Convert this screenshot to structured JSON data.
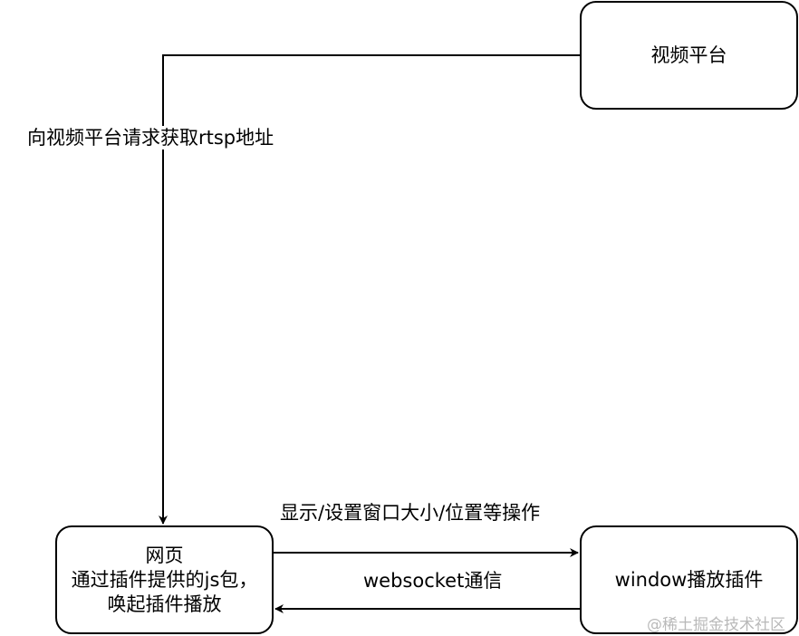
{
  "nodes": {
    "video_platform": {
      "label": "视频平台"
    },
    "webpage": {
      "lines": [
        "网页",
        "通过插件提供的js包，",
        "唤起插件播放"
      ]
    },
    "window_plugin": {
      "label": "window播放插件"
    }
  },
  "edges": {
    "request_rtsp": {
      "label": "向视频平台请求获取rtsp地址"
    },
    "control_ops": {
      "label": "显示/设置窗口大小/位置等操作"
    },
    "websocket": {
      "label": "websocket通信"
    }
  },
  "watermark": "@稀土掘金技术社区",
  "colors": {
    "stroke": "#000000",
    "background": "#ffffff",
    "watermark": "#b9b9b9"
  }
}
